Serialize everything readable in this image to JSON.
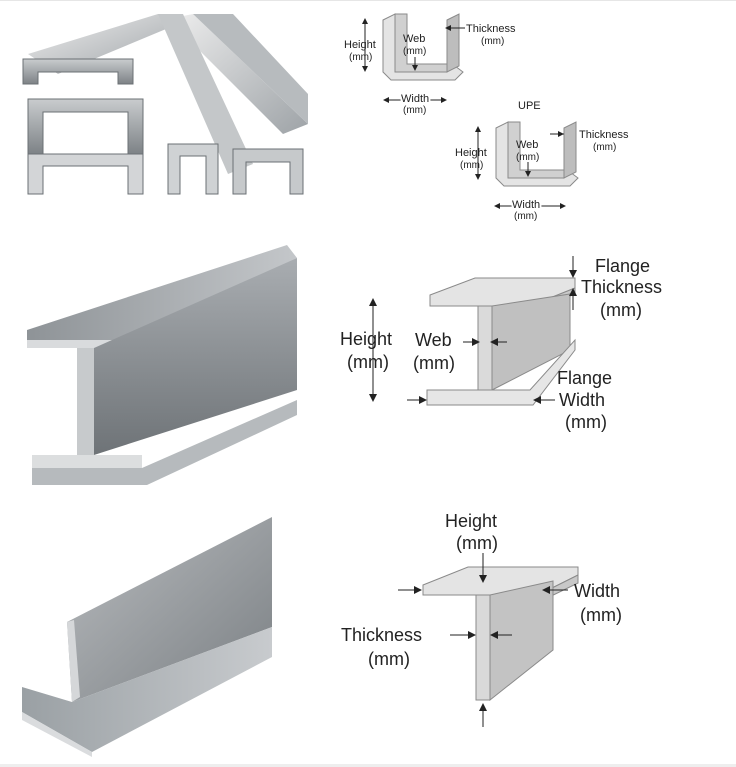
{
  "sections": {
    "channel": {
      "label_height": "Height",
      "label_height_unit": "(mm)",
      "label_web": "Web",
      "label_web_unit": "(mm)",
      "label_thickness": "Thickness",
      "label_thickness_unit": "(mm)",
      "label_width": "Width",
      "label_width_unit": "(mm)",
      "upe_title": "UPE",
      "upe_height": "Height",
      "upe_height_unit": "(mm)",
      "upe_web": "Web",
      "upe_web_unit": "(mm)",
      "upe_thickness": "Thickness",
      "upe_thickness_unit": "(mm)",
      "upe_width": "Width",
      "upe_width_unit": "(mm)"
    },
    "hbeam": {
      "label_height": "Height",
      "label_height_unit": "(mm)",
      "label_web": "Web",
      "label_web_unit": "(mm)",
      "label_flange_thickness_1": "Flange",
      "label_flange_thickness_2": "Thickness",
      "label_flange_thickness_unit": "(mm)",
      "label_flange_width_1": "Flange",
      "label_flange_width_2": "Width",
      "label_flange_width_unit": "(mm)"
    },
    "tee": {
      "label_height": "Height",
      "label_height_unit": "(mm)",
      "label_width": "Width",
      "label_width_unit": "(mm)",
      "label_thickness": "Thickness",
      "label_thickness_unit": "(mm)"
    }
  },
  "colors": {
    "steel_light": "#d9d9d9",
    "steel_mid": "#a9aeb2",
    "steel_dark": "#6f7478",
    "diagram_fill": "#e4e4e4",
    "diagram_edge": "#8a8a8a",
    "arrow": "#222222"
  }
}
